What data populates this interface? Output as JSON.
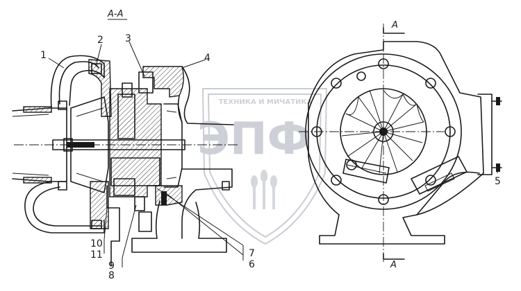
{
  "section": {
    "title": "A-A",
    "top_marker": "A",
    "bottom_marker": "A"
  },
  "callouts": [
    "1",
    "2",
    "3",
    "4",
    "5",
    "6",
    "7",
    "8",
    "9",
    "10",
    "11"
  ],
  "watermark": {
    "top_text": "ТЕХНИКА И МИЧАТИКА",
    "main_text": "ЭПФ"
  }
}
